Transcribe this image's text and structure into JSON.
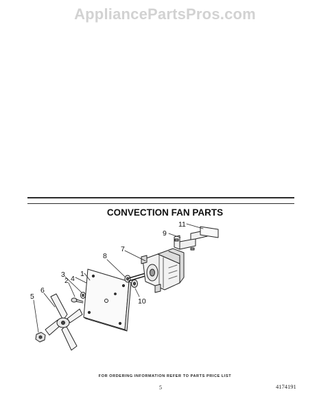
{
  "watermark": "AppliancePartsPros.com",
  "diagram": {
    "title": "CONVECTION FAN PARTS",
    "callouts": {
      "c1": "1",
      "c2": "2",
      "c3": "3",
      "c4": "4",
      "c5": "5",
      "c6": "6",
      "c7": "7",
      "c8": "8",
      "c9": "9",
      "c10": "10",
      "c11": "11"
    },
    "line_color": "#222222"
  },
  "footer": {
    "note": "FOR ORDERING INFORMATION REFER TO PARTS PRICE LIST",
    "page_number": "5",
    "doc_number": "4174191"
  }
}
